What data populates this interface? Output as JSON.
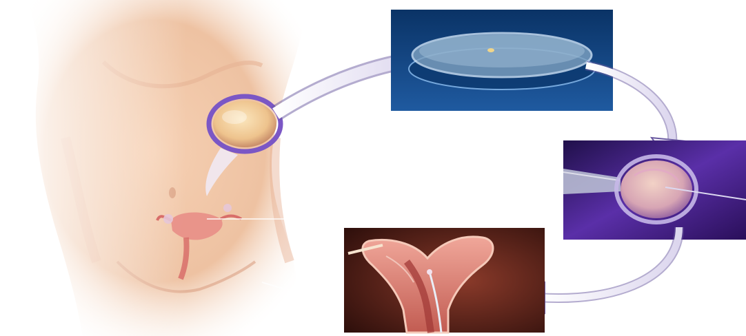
{
  "diagram": {
    "steps": [
      {
        "id": "egg-retrieval",
        "icon": "ovary-egg-icon"
      },
      {
        "id": "fertilization-dish",
        "icon": "petri-dish-icon"
      },
      {
        "id": "sperm-injection",
        "icon": "micropipette-egg-icon"
      },
      {
        "id": "embryo-transfer",
        "icon": "uterus-catheter-icon"
      }
    ],
    "colors": {
      "skin": "#f3c7a8",
      "skin_shadow": "#e3a584",
      "dish_bg": "#0f3f7a",
      "injection_bg": "#3a1a78",
      "uterus_bg": "#5a1f1a",
      "arrow": "#eeeaf6",
      "arrow_edge": "#6a5aa0",
      "egg_ring": "#8a5cc8",
      "egg_fill": "#f6d39a"
    }
  }
}
